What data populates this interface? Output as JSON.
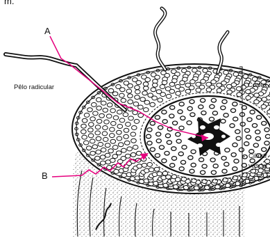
{
  "header": {
    "text": "m."
  },
  "labels": {
    "a": "A",
    "b": "B",
    "root_hair": "Pêlo radicular",
    "cortex": "Cortex",
    "vascular_1": "Cilindr",
    "vascular_2": "vascul"
  },
  "colors": {
    "arrow": "#e6007e",
    "ink": "#111111",
    "background": "#ffffff"
  }
}
